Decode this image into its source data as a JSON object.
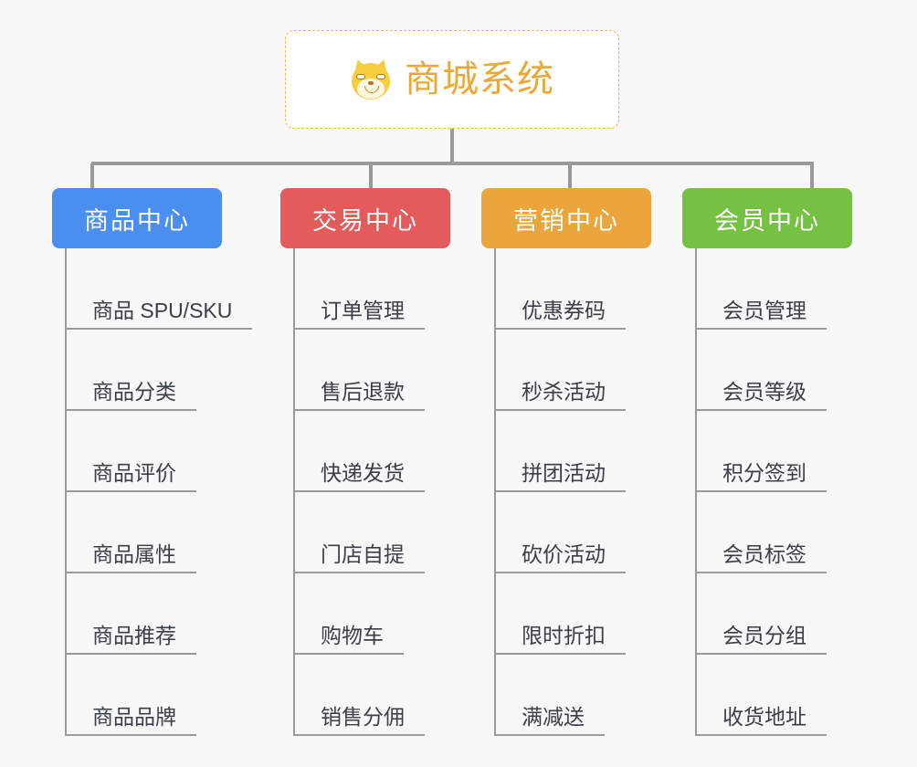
{
  "background_color": "#f8f8f8",
  "root": {
    "title": "商城系统",
    "emoji_name": "shiba-dog-face-emoji",
    "text_color": "#e8a93a",
    "border_color": "#e7b55c"
  },
  "branches": [
    {
      "id": "product",
      "label": "商品中心",
      "color": "#4a8ef0",
      "items": [
        "商品 SPU/SKU",
        "商品分类",
        "商品评价",
        "商品属性",
        "商品推荐",
        "商品品牌"
      ]
    },
    {
      "id": "trade",
      "label": "交易中心",
      "color": "#e35b5b",
      "items": [
        "订单管理",
        "售后退款",
        "快递发货",
        "门店自提",
        "购物车",
        "销售分佣"
      ]
    },
    {
      "id": "market",
      "label": "营销中心",
      "color": "#eaa63c",
      "items": [
        "优惠券码",
        "秒杀活动",
        "拼团活动",
        "砍价活动",
        "限时折扣",
        "满减送"
      ]
    },
    {
      "id": "member",
      "label": "会员中心",
      "color": "#76c043",
      "items": [
        "会员管理",
        "会员等级",
        "积分签到",
        "会员标签",
        "会员分组",
        "收货地址"
      ]
    }
  ],
  "connector_color": "#9a9a9a"
}
